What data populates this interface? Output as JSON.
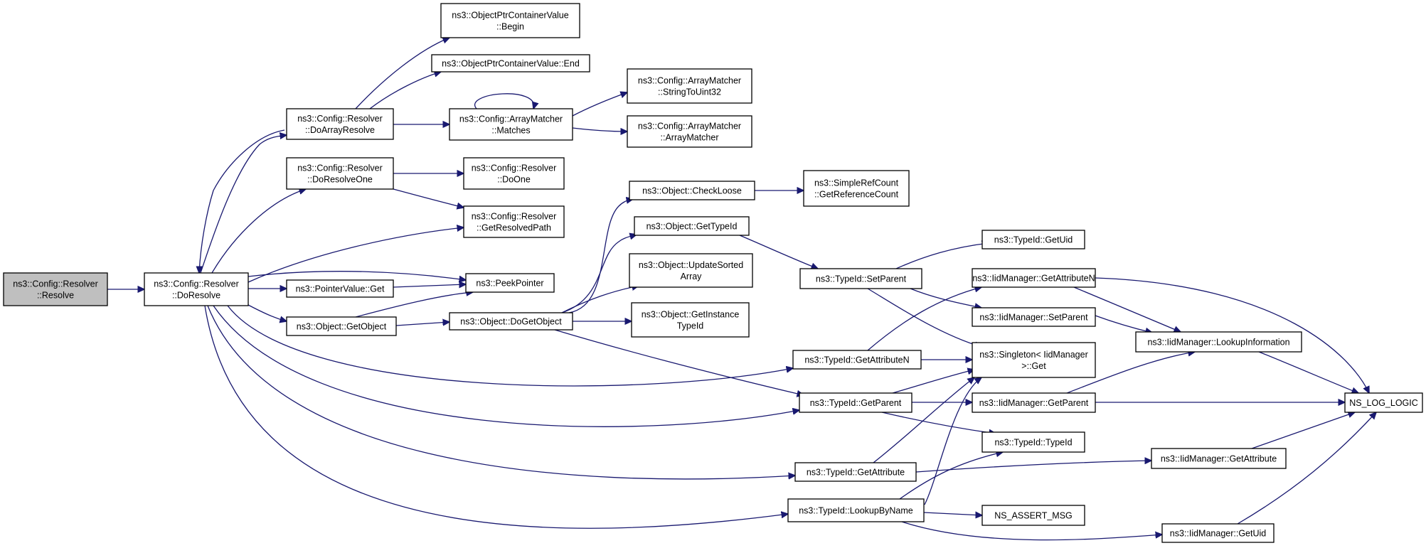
{
  "diagram": {
    "type": "call-graph",
    "colors": {
      "edge": "#191970",
      "root_fill": "#bfbfbf",
      "node_fill": "#ffffff",
      "node_border": "#000000"
    },
    "nodes": [
      {
        "id": "resolve",
        "lines": [
          "ns3::Config::Resolver",
          "::Resolve"
        ],
        "root": true
      },
      {
        "id": "doresolve",
        "lines": [
          "ns3::Config::Resolver",
          "::DoResolve"
        ]
      },
      {
        "id": "doarrayresolve",
        "lines": [
          "ns3::Config::Resolver",
          "::DoArrayResolve"
        ]
      },
      {
        "id": "doresolveone",
        "lines": [
          "ns3::Config::Resolver",
          "::DoResolveOne"
        ]
      },
      {
        "id": "ptrvalueget",
        "lines": [
          "ns3::PointerValue::Get"
        ]
      },
      {
        "id": "getobject",
        "lines": [
          "ns3::Object::GetObject"
        ]
      },
      {
        "id": "begin",
        "lines": [
          "ns3::ObjectPtrContainerValue",
          "::Begin"
        ]
      },
      {
        "id": "end",
        "lines": [
          "ns3::ObjectPtrContainerValue::End"
        ]
      },
      {
        "id": "matches",
        "lines": [
          "ns3::Config::ArrayMatcher",
          "::Matches"
        ]
      },
      {
        "id": "doone",
        "lines": [
          "ns3::Config::Resolver",
          "::DoOne"
        ]
      },
      {
        "id": "getresolvedpath",
        "lines": [
          "ns3::Config::Resolver",
          "::GetResolvedPath"
        ]
      },
      {
        "id": "peekpointer",
        "lines": [
          "ns3::PeekPointer"
        ]
      },
      {
        "id": "dogetobject",
        "lines": [
          "ns3::Object::DoGetObject"
        ]
      },
      {
        "id": "stringtouint32",
        "lines": [
          "ns3::Config::ArrayMatcher",
          "::StringToUint32"
        ]
      },
      {
        "id": "arraymatcher",
        "lines": [
          "ns3::Config::ArrayMatcher",
          "::ArrayMatcher"
        ]
      },
      {
        "id": "checkloose",
        "lines": [
          "ns3::Object::CheckLoose"
        ]
      },
      {
        "id": "gettypeid",
        "lines": [
          "ns3::Object::GetTypeId"
        ]
      },
      {
        "id": "updatesorted",
        "lines": [
          "ns3::Object::UpdateSorted",
          "Array"
        ]
      },
      {
        "id": "getinstance",
        "lines": [
          "ns3::Object::GetInstance",
          "TypeId"
        ]
      },
      {
        "id": "refcount",
        "lines": [
          "ns3::SimpleRefCount",
          "::GetReferenceCount"
        ]
      },
      {
        "id": "setparent",
        "lines": [
          "ns3::TypeId::SetParent"
        ]
      },
      {
        "id": "getattributen",
        "lines": [
          "ns3::TypeId::GetAttributeN"
        ]
      },
      {
        "id": "getparent",
        "lines": [
          "ns3::TypeId::GetParent"
        ]
      },
      {
        "id": "getattribute",
        "lines": [
          "ns3::TypeId::GetAttribute"
        ]
      },
      {
        "id": "lookupbyname",
        "lines": [
          "ns3::TypeId::LookupByName"
        ]
      },
      {
        "id": "getuid",
        "lines": [
          "ns3::TypeId::GetUid"
        ]
      },
      {
        "id": "iid_getattributen",
        "lines": [
          "ns3::IidManager::GetAttributeN"
        ]
      },
      {
        "id": "iid_setparent",
        "lines": [
          "ns3::IidManager::SetParent"
        ]
      },
      {
        "id": "singleton",
        "lines": [
          "ns3::Singleton< IidManager",
          " >::Get"
        ]
      },
      {
        "id": "iid_getparent",
        "lines": [
          "ns3::IidManager::GetParent"
        ]
      },
      {
        "id": "typeid",
        "lines": [
          "ns3::TypeId::TypeId"
        ]
      },
      {
        "id": "assertmsg",
        "lines": [
          "NS_ASSERT_MSG"
        ]
      },
      {
        "id": "iid_lookupinfo",
        "lines": [
          "ns3::IidManager::LookupInformation"
        ]
      },
      {
        "id": "iid_getattribute",
        "lines": [
          "ns3::IidManager::GetAttribute"
        ]
      },
      {
        "id": "iid_getuid",
        "lines": [
          "ns3::IidManager::GetUid"
        ]
      },
      {
        "id": "loglogic",
        "lines": [
          "NS_LOG_LOGIC"
        ]
      }
    ],
    "edges": [
      [
        "resolve",
        "doresolve"
      ],
      [
        "doresolve",
        "doarrayresolve"
      ],
      [
        "doarrayresolve",
        "doresolve"
      ],
      [
        "doresolve",
        "doresolveone"
      ],
      [
        "doresolve",
        "getresolvedpath"
      ],
      [
        "doresolve",
        "peekpointer"
      ],
      [
        "doresolve",
        "ptrvalueget"
      ],
      [
        "doresolve",
        "getobject"
      ],
      [
        "doresolve",
        "getattributen"
      ],
      [
        "doresolve",
        "getparent"
      ],
      [
        "doresolve",
        "getattribute"
      ],
      [
        "doresolve",
        "lookupbyname"
      ],
      [
        "doarrayresolve",
        "begin"
      ],
      [
        "doarrayresolve",
        "end"
      ],
      [
        "doarrayresolve",
        "matches"
      ],
      [
        "matches",
        "matches"
      ],
      [
        "matches",
        "stringtouint32"
      ],
      [
        "matches",
        "arraymatcher"
      ],
      [
        "doresolveone",
        "doone"
      ],
      [
        "doresolveone",
        "getresolvedpath"
      ],
      [
        "ptrvalueget",
        "peekpointer"
      ],
      [
        "getobject",
        "peekpointer"
      ],
      [
        "getobject",
        "dogetobject"
      ],
      [
        "dogetobject",
        "checkloose"
      ],
      [
        "dogetobject",
        "gettypeid"
      ],
      [
        "dogetobject",
        "updatesorted"
      ],
      [
        "dogetobject",
        "getinstance"
      ],
      [
        "dogetobject",
        "getparent"
      ],
      [
        "checkloose",
        "refcount"
      ],
      [
        "gettypeid",
        "setparent"
      ],
      [
        "setparent",
        "getuid"
      ],
      [
        "setparent",
        "iid_setparent"
      ],
      [
        "setparent",
        "singleton"
      ],
      [
        "getattributen",
        "iid_getattributen"
      ],
      [
        "getattributen",
        "singleton"
      ],
      [
        "getparent",
        "singleton"
      ],
      [
        "getparent",
        "iid_getparent"
      ],
      [
        "getparent",
        "typeid"
      ],
      [
        "getattribute",
        "singleton"
      ],
      [
        "getattribute",
        "iid_getattribute"
      ],
      [
        "lookupbyname",
        "singleton"
      ],
      [
        "lookupbyname",
        "typeid"
      ],
      [
        "lookupbyname",
        "assertmsg"
      ],
      [
        "lookupbyname",
        "iid_getuid"
      ],
      [
        "iid_getattributen",
        "iid_lookupinfo"
      ],
      [
        "iid_getattributen",
        "loglogic"
      ],
      [
        "iid_setparent",
        "iid_lookupinfo"
      ],
      [
        "iid_getparent",
        "iid_lookupinfo"
      ],
      [
        "iid_getparent",
        "loglogic"
      ],
      [
        "iid_lookupinfo",
        "loglogic"
      ],
      [
        "iid_getattribute",
        "loglogic"
      ],
      [
        "iid_getuid",
        "loglogic"
      ]
    ]
  }
}
